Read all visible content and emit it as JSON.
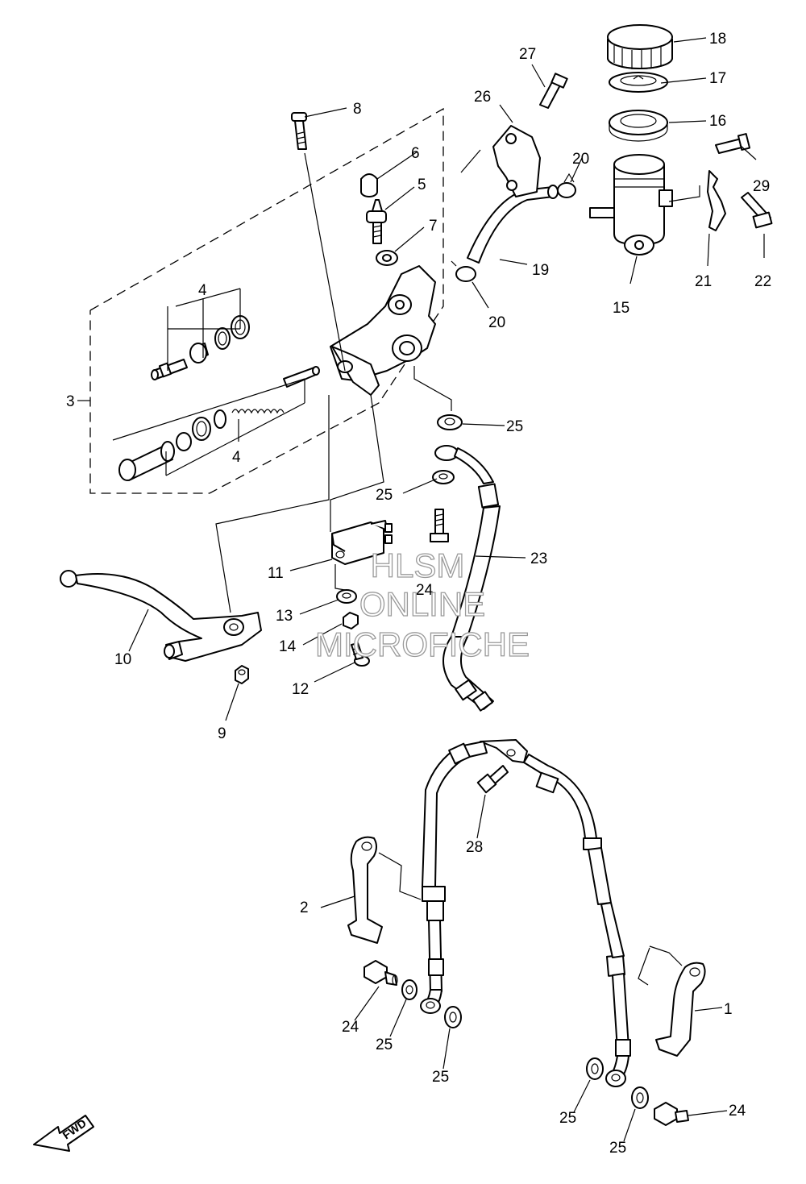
{
  "callouts": {
    "n1": "1",
    "n2": "2",
    "n3": "3",
    "n4a": "4",
    "n4b": "4",
    "n5": "5",
    "n6": "6",
    "n7": "7",
    "n8": "8",
    "n9": "9",
    "n10": "10",
    "n11": "11",
    "n12": "12",
    "n13": "13",
    "n14": "14",
    "n15": "15",
    "n16": "16",
    "n17": "17",
    "n18": "18",
    "n19": "19",
    "n20a": "20",
    "n20b": "20",
    "n21": "21",
    "n22": "22",
    "n23": "23",
    "n24a": "24",
    "n24b": "24",
    "n24c": "24",
    "n25a": "25",
    "n25b": "25",
    "n25c": "25",
    "n25d": "25",
    "n25e": "25",
    "n25f": "25",
    "n26": "26",
    "n27": "27",
    "n28": "28",
    "n29": "29"
  },
  "watermark": {
    "line1": "HLSM",
    "line2": "ONLINE",
    "line3": "MICROFICHE"
  },
  "fwd_label": "FWD"
}
